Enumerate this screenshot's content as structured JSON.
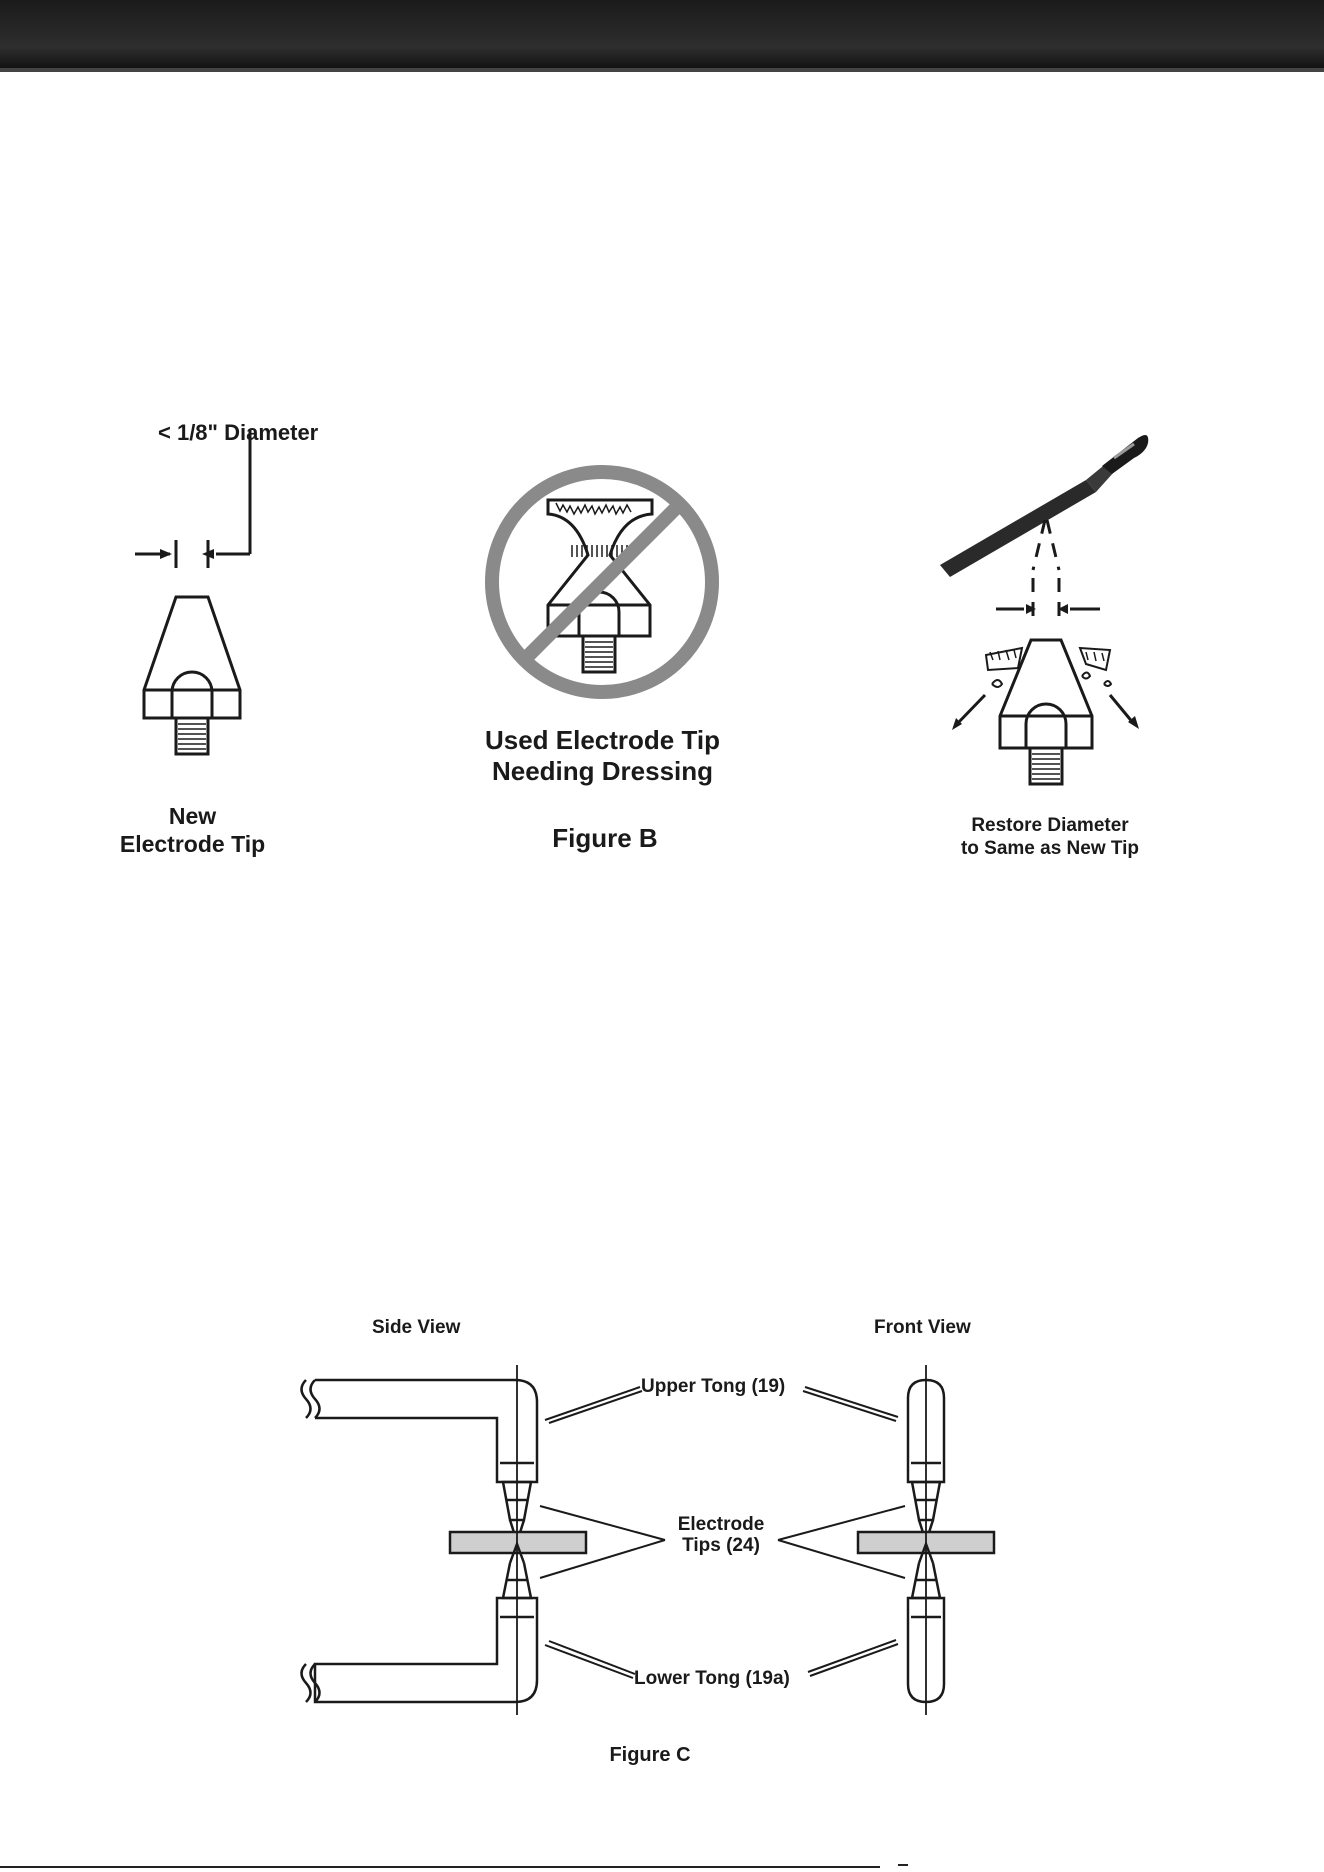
{
  "figure_b": {
    "diameter_label": "< 1/8\" Diameter",
    "new_tip_line1": "New",
    "new_tip_line2": "Electrode Tip",
    "used_tip_line1": "Used Electrode Tip",
    "used_tip_line2": "Needing Dressing",
    "caption": "Figure B",
    "restore_line1": "Restore Diameter",
    "restore_line2": "to Same as New Tip"
  },
  "figure_c": {
    "side_view": "Side View",
    "front_view": "Front View",
    "upper_tong": "Upper Tong (19)",
    "electrode_tips_line1": "Electrode",
    "electrode_tips_line2": "Tips (24)",
    "lower_tong": "Lower Tong (19a)",
    "caption": "Figure C"
  },
  "colors": {
    "ink": "#1a1a1a",
    "prohibition_circle": "#8a8a8a",
    "workpiece_fill": "#cfcfcf",
    "header_bar": "#1f1f1f"
  },
  "icons": [
    "new-electrode-tip-icon",
    "prohibited-used-tip-icon",
    "file-tool-icon",
    "dressed-tip-icon"
  ]
}
